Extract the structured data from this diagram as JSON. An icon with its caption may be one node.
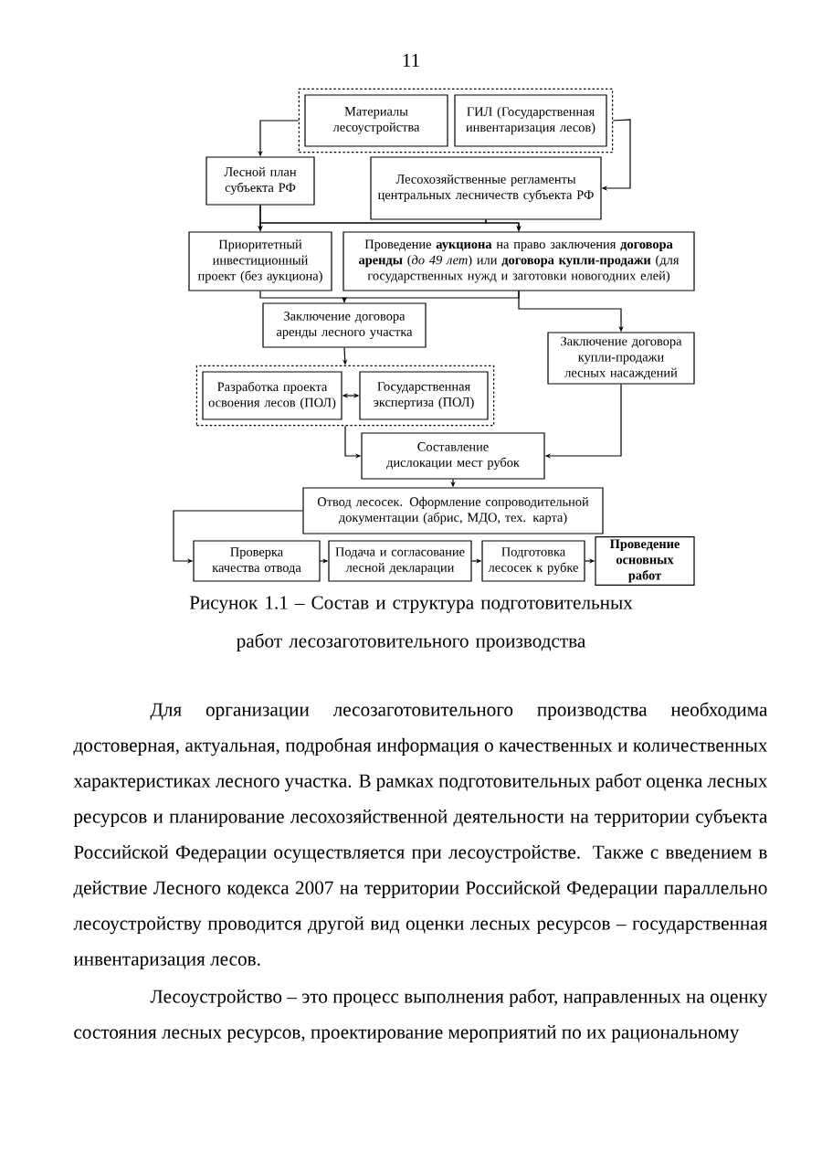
{
  "diagram": {
    "caption": "Рисунок 1.1 – Состав и структура подготовительных работ лесозаготовительного производства",
    "nodes": [
      {
        "text": [],
        "shape": "box"
      },
      {
        "text": [
          "Материалы лесоустройства"
        ],
        "in": 0
      },
      {
        "text": [
          "ГИЛ (Государственная инвентаризация лесов)"
        ],
        "in": 0
      },
      {
        "text": [
          "Лесной план субъекта РФ"
        ]
      },
      {
        "text": [
          "Лесохозяйственные регламенты центральных лесничеств субъекта РФ"
        ]
      },
      {
        "text": [
          "Приоритетный инвестиционный проект (без аукциона)"
        ]
      },
      {
        "text": [
          "Проведение **аукциона** на право заключения **договора аренды** (*до 49 лет*) или **договора купли-продажи** (для государственных нужд и заготовки новогодних елей)"
        ]
      },
      {
        "text": [
          "Заключение договора аренды лесного участка"
        ]
      },
      {
        "text": [
          "Заключение договора купли-продажи лесных насаждений"
        ]
      },
      {
        "text": [],
        "shape": "box"
      },
      {
        "text": [
          "Разработка проекта освоения лесов (ПОЛ)"
        ],
        "in": 9
      },
      {
        "text": [
          "Государственная экспертиза (ПОЛ)"
        ],
        "in": 9
      },
      {
        "text": [
          "Составление дислокации мест рубок"
        ]
      },
      {
        "text": [
          "Отвод лесосек. Оформление сопроводительной документации (абрис, МДО, тех. карта)"
        ]
      },
      {
        "text": [
          "Проверка качества отвода"
        ]
      },
      {
        "text": [
          "Подача и согласование лесной декларации"
        ]
      },
      {
        "text": [
          "Подготовка лесосек к рубке"
        ]
      },
      {
        "text": [
          "Проведение основных работ"
        ]
      }
    ],
    "edges": [
      {
        "from": 0,
        "to": 3,
        "arrow": "to"
      },
      {
        "from": 0,
        "to": 4,
        "arrow": "to"
      },
      {
        "from": 3,
        "to": 5,
        "arrow": "to"
      },
      {
        "from": 3,
        "to": 6,
        "arrow": "to"
      },
      {
        "from": 4,
        "to": 5,
        "arrow": "to"
      },
      {
        "from": 4,
        "to": 6,
        "arrow": "to"
      },
      {
        "from": 5,
        "to": 7,
        "arrow": "to"
      },
      {
        "from": 6,
        "to": 7,
        "arrow": "to"
      },
      {
        "from": 6,
        "to": 8,
        "arrow": "to"
      },
      {
        "from": 7,
        "to": 9,
        "arrow": "to"
      },
      {
        "from": 10,
        "to": 11,
        "arrow": "both"
      },
      {
        "from": 9,
        "to": 12,
        "arrow": "to"
      },
      {
        "from": 8,
        "to": 12,
        "arrow": "to"
      },
      {
        "from": 12,
        "to": 13,
        "arrow": "to"
      },
      {
        "from": 13,
        "to": 14,
        "arrow": "to"
      },
      {
        "from": 14,
        "to": 15,
        "arrow": "to"
      },
      {
        "from": 15,
        "to": 16,
        "arrow": "to"
      },
      {
        "from": 16,
        "to": 17,
        "arrow": "to"
      }
    ],
    "labels": [
      "11",
      "Для организации лесозаготовительного производства необходима достоверная, актуальная, подробная информация о качественных и количественных характеристиках лесного участка. В рамках подготовительных работ оценка лесных ресурсов и планирование лесохозяйственной деятельности на территории субъекта Российской Федерации осуществляется при лесоустройстве. Также с введением в действие Лесного кодекса 2007 на территории Российской Федерации параллельно лесоустройству проводится другой вид оценки лесных ресурсов – государственная инвентаризация лесов.",
      "Лесоустройство – это процесс выполнения работ, направленных на оценку состояния лесных ресурсов, проектирование мероприятий по их рациональному"
    ]
  }
}
